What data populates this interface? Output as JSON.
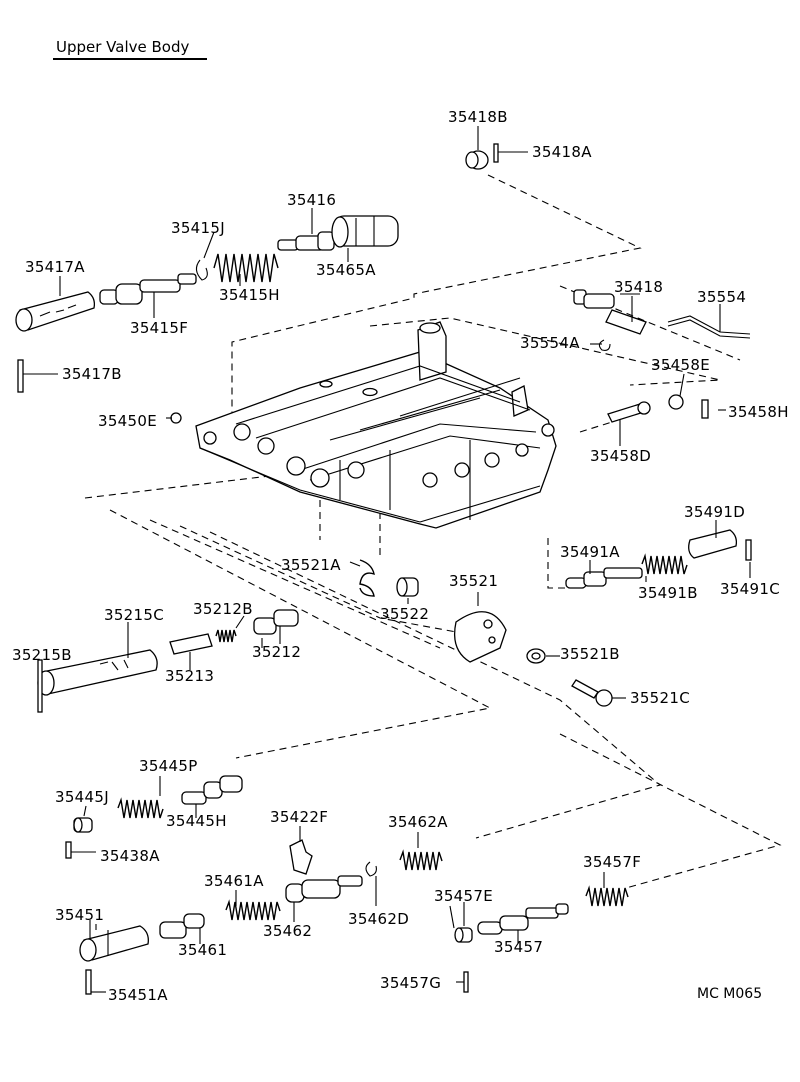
{
  "title": "Upper Valve Body",
  "drawing_code": "MC  M065",
  "parts": {
    "p35418B": "35418B",
    "p35418A": "35418A",
    "p35416": "35416",
    "p35415J": "35415J",
    "p35465A": "35465A",
    "p35417A": "35417A",
    "p35415H": "35415H",
    "p35415F": "35415F",
    "p35418": "35418",
    "p35554": "35554",
    "p35554A": "35554A",
    "p35458E": "35458E",
    "p35417B": "35417B",
    "p35450E": "35450E",
    "p35458H": "35458H",
    "p35458D": "35458D",
    "p35491D": "35491D",
    "p35491A": "35491A",
    "p35521A": "35521A",
    "p35521": "35521",
    "p35491B": "35491B",
    "p35491C": "35491C",
    "p35522": "35522",
    "p35215C": "35215C",
    "p35212B": "35212B",
    "p35215B": "35215B",
    "p35212": "35212",
    "p35213": "35213",
    "p35521B": "35521B",
    "p35521C": "35521C",
    "p35445P": "35445P",
    "p35445J": "35445J",
    "p35445H": "35445H",
    "p35422F": "35422F",
    "p35462A": "35462A",
    "p35438A": "35438A",
    "p35457F": "35457F",
    "p35461A": "35461A",
    "p35457E": "35457E",
    "p35451": "35451",
    "p35462D": "35462D",
    "p35462": "35462",
    "p35461": "35461",
    "p35457": "35457",
    "p35457G": "35457G",
    "p35451A": "35451A"
  }
}
